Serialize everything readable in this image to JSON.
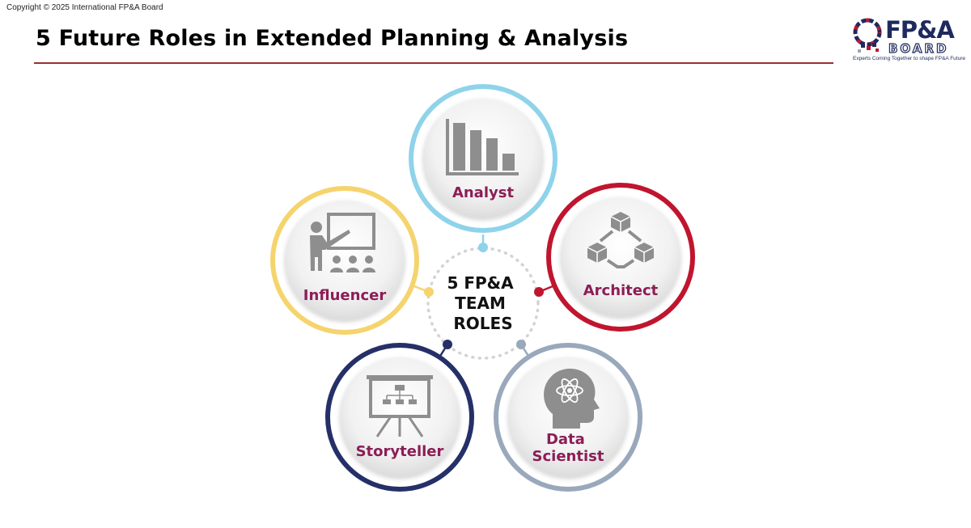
{
  "copyright": "Copyright © 2025 International  FP&A Board",
  "title": "5 Future Roles in Extended Planning & Analysis",
  "logo": {
    "name": "FP&A",
    "subname": "BOARD",
    "tagline": "Experts Coming Together to shape FP&A Future"
  },
  "center": {
    "lines": [
      "5 FP&A",
      "TEAM",
      "ROLES"
    ]
  },
  "roles": [
    {
      "id": "analyst",
      "label_lines": [
        "Analyst"
      ],
      "icon": "bar-chart-icon",
      "ring_color": "#8fd3ea"
    },
    {
      "id": "architect",
      "label_lines": [
        "Architect"
      ],
      "icon": "connected-cubes-icon",
      "ring_color": "#c0152f"
    },
    {
      "id": "data-scientist",
      "label_lines": [
        "Data",
        "Scientist"
      ],
      "icon": "head-atom-icon",
      "ring_color": "#9aa8bc"
    },
    {
      "id": "storyteller",
      "label_lines": [
        "Storyteller"
      ],
      "icon": "presentation-board-icon",
      "ring_color": "#253068"
    },
    {
      "id": "influencer",
      "label_lines": [
        "Influencer"
      ],
      "icon": "teacher-audience-icon",
      "ring_color": "#f5d46e"
    }
  ],
  "colors": {
    "role_label": "#8c1d56",
    "icon": "#8e8e8e",
    "title_rule": "#9b2f2f",
    "logo_navy": "#1e2a5e"
  }
}
